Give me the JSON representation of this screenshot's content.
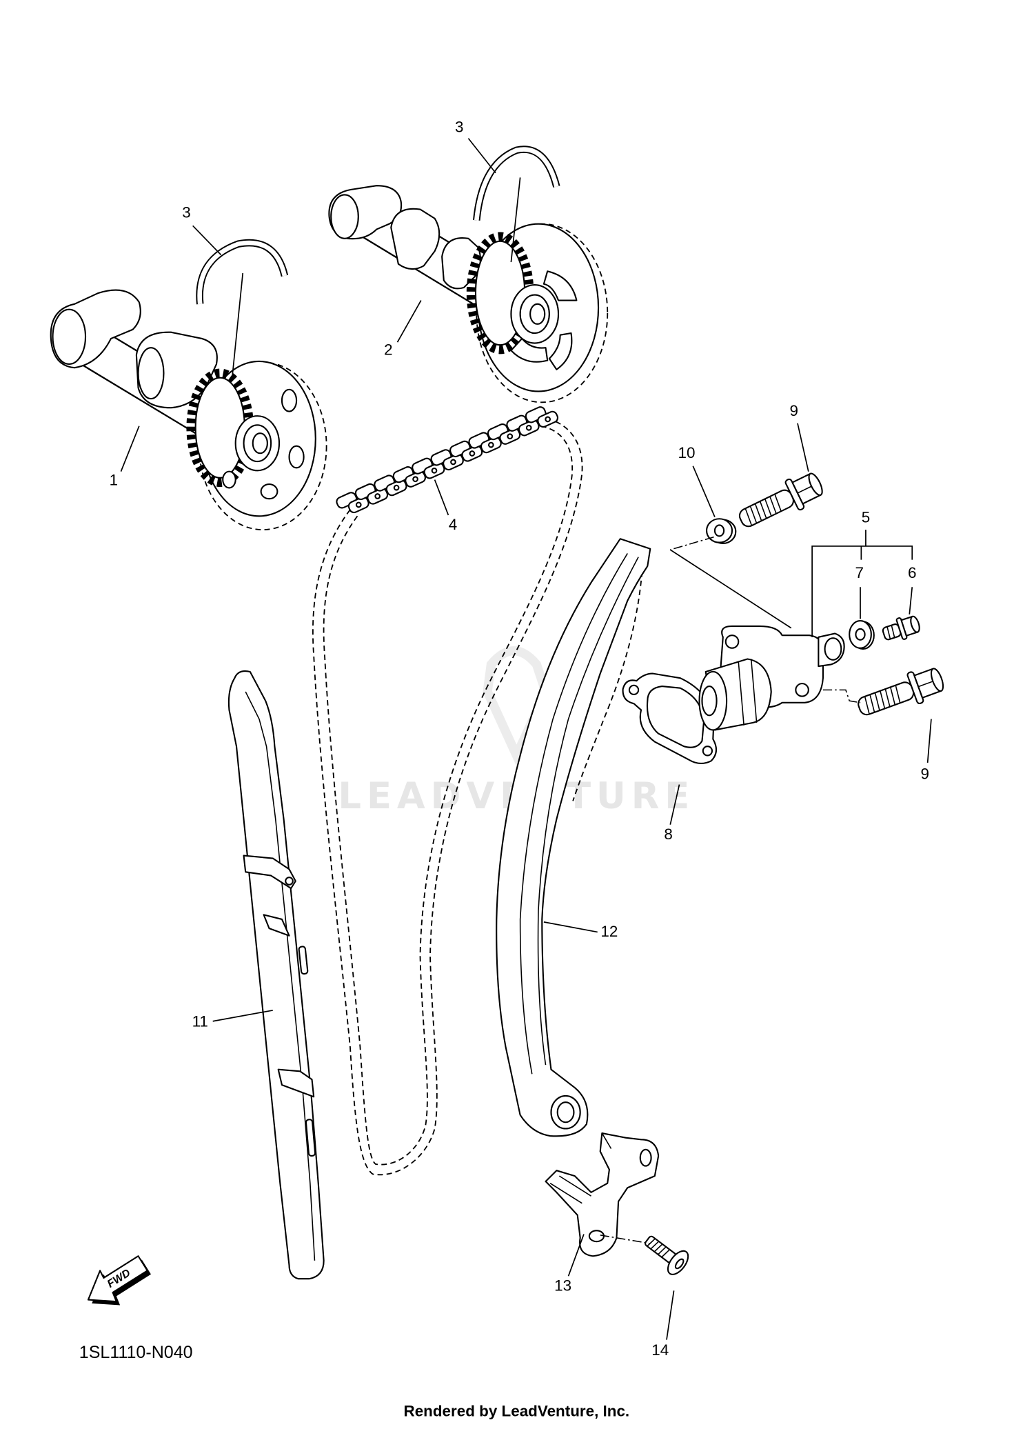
{
  "callouts": {
    "camshaft_1": "1",
    "camshaft_2": "2",
    "ring_left": "3",
    "ring_top": "3",
    "cam_chain": "4",
    "tensioner_assy": "5",
    "tensioner_bolt": "6",
    "washer_7": "7",
    "gasket": "8",
    "bolt_top": "9",
    "bolt_bottom": "9",
    "washer_10": "10",
    "chain_guide_11": "11",
    "chain_guide_12": "12",
    "guide_stopper": "13",
    "screw_14": "14"
  },
  "fwd_label": "FWD",
  "figure_code": "1SL1110-N040",
  "watermark": "LEADVENTURE",
  "footer": "Rendered by LeadVenture, Inc.",
  "colors": {
    "line": "#000000",
    "watermark": "#e6e6e6",
    "background": "#ffffff"
  }
}
